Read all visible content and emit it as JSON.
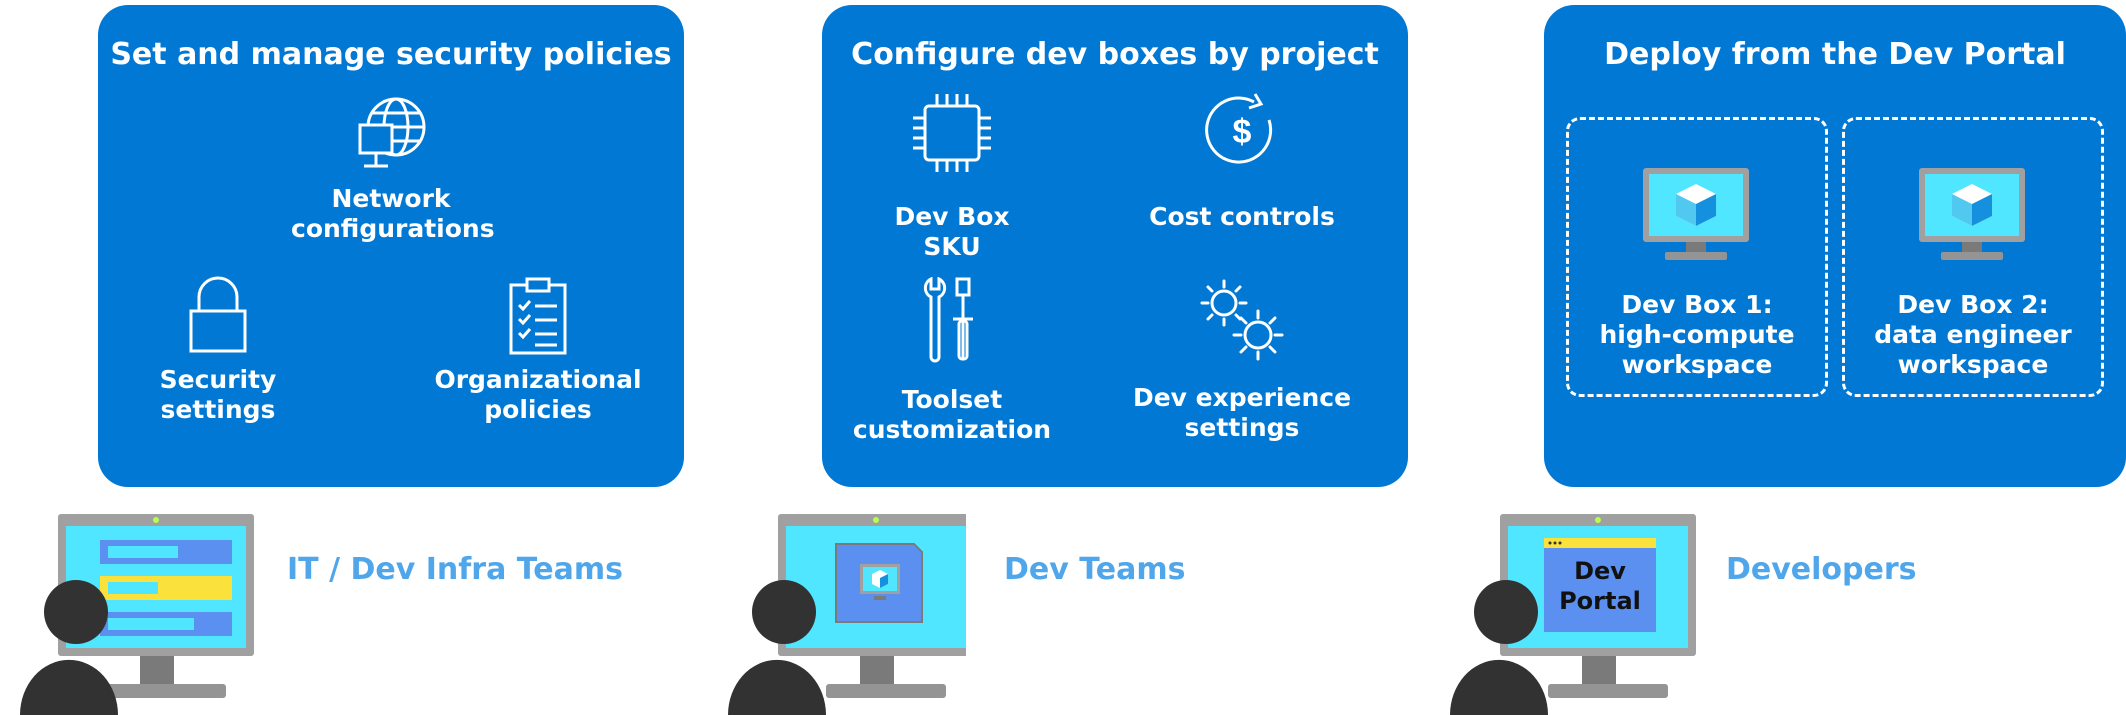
{
  "panels": [
    {
      "title": "Set and manage security policies",
      "items": [
        {
          "label": "Network\nconfigurations",
          "icon": "globe-icon"
        },
        {
          "label": "Security\nsettings",
          "icon": "lock-icon"
        },
        {
          "label": "Organizational\npolicies",
          "icon": "clipboard-checklist-icon"
        }
      ]
    },
    {
      "title": "Configure dev boxes by project",
      "items": [
        {
          "label": "Dev Box SKU",
          "icon": "chip-icon"
        },
        {
          "label": "Cost controls",
          "icon": "dollar-refresh-icon"
        },
        {
          "label": "Toolset\ncustomization",
          "icon": "tools-icon"
        },
        {
          "label": "Dev experience\nsettings",
          "icon": "gears-icon"
        }
      ]
    },
    {
      "title": "Deploy from the Dev Portal",
      "boxes": [
        {
          "label": "Dev Box 1:\nhigh-compute\nworkspace",
          "icon": "dev-box-monitor-icon"
        },
        {
          "label": "Dev Box 2:\ndata engineer\nworkspace",
          "icon": "dev-box-monitor-icon"
        }
      ]
    }
  ],
  "personas": [
    {
      "label": "IT / Dev Infra Teams",
      "icon": "admin-monitor-icon"
    },
    {
      "label": "Dev Teams",
      "icon": "devbox-monitor-icon"
    },
    {
      "label": "Developers",
      "icon": "portal-monitor-icon",
      "screen_text": "Dev\nPortal"
    }
  ],
  "colors": {
    "panel": "#0078d4",
    "persona_label": "#50a6ea",
    "screen": "#50e6ff",
    "monitor_frame": "#a0a0a0",
    "person": "#323232"
  }
}
